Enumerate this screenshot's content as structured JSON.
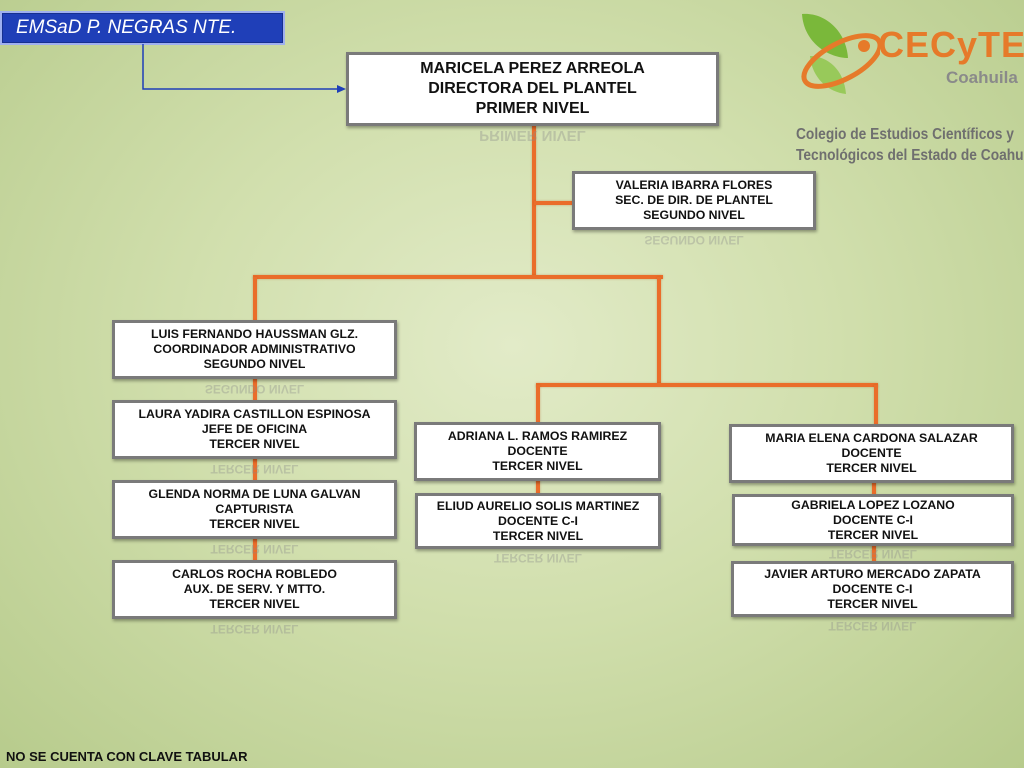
{
  "header": {
    "campus": "EMSaD P. NEGRAS NTE."
  },
  "logo": {
    "brand": "CECyTE",
    "state": "Coahuila",
    "name_line1": "Colegio de Estudios Científicos y",
    "name_line2": "Tecnológicos del Estado de Coahuila"
  },
  "colors": {
    "connector": "#ea6d2a",
    "header_bg": "#1f3fb8",
    "logo_orange": "#e67a2a",
    "logo_green": "#7ab83a"
  },
  "nodes": {
    "director": {
      "name": "MARICELA PEREZ ARREOLA",
      "role": "DIRECTORA DEL PLANTEL",
      "level": "PRIMER NIVEL"
    },
    "secretary": {
      "name": "VALERIA IBARRA FLORES",
      "role": "SEC. DE DIR. DE PLANTEL",
      "level": "SEGUNDO NIVEL"
    },
    "coordinator": {
      "name": "LUIS  FERNANDO HAUSSMAN GLZ.",
      "role": "COORDINADOR ADMINISTRATIVO",
      "level": "SEGUNDO NIVEL"
    },
    "office_chief": {
      "name": "LAURA YADIRA CASTILLON ESPINOSA",
      "role": "JEFE DE OFICINA",
      "level": "TERCER NIVEL"
    },
    "capturist": {
      "name": "GLENDA NORMA DE LUNA GALVAN",
      "role": "CAPTURISTA",
      "level": "TERCER NIVEL"
    },
    "maintenance": {
      "name": "CARLOS ROCHA ROBLEDO",
      "role": "AUX. DE SERV. Y MTTO.",
      "level": "TERCER NIVEL"
    },
    "teacher1": {
      "name": "ADRIANA L. RAMOS RAMIREZ",
      "role": "DOCENTE",
      "level": "TERCER NIVEL"
    },
    "teacher2": {
      "name": "ELIUD AURELIO SOLIS MARTINEZ",
      "role": "DOCENTE C-I",
      "level": "TERCER NIVEL"
    },
    "teacher3": {
      "name": "MARIA ELENA CARDONA SALAZAR",
      "role": "DOCENTE",
      "level": "TERCER NIVEL"
    },
    "teacher4": {
      "name": "GABRIELA LOPEZ LOZANO",
      "role": "DOCENTE C-I",
      "level": "TERCER NIVEL"
    },
    "teacher5": {
      "name": "JAVIER ARTURO MERCADO ZAPATA",
      "role": "DOCENTE C-I",
      "level": "TERCER NIVEL"
    }
  },
  "footer": {
    "note": "NO SE CUENTA CON CLAVE TABULAR"
  }
}
